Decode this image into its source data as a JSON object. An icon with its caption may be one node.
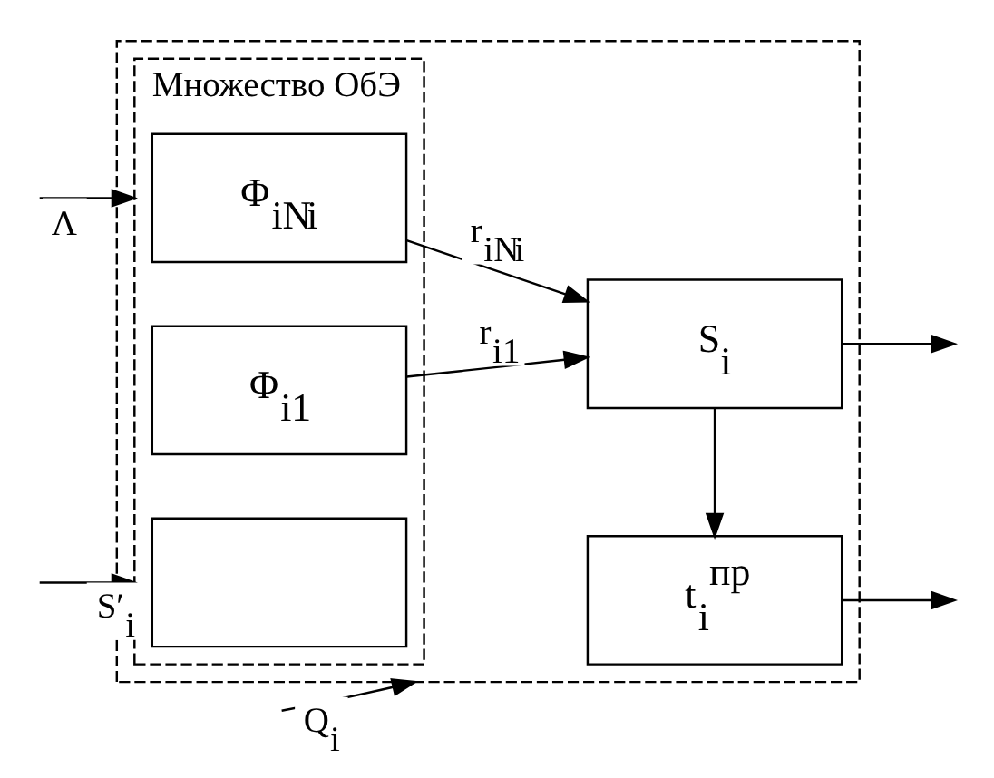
{
  "diagram": {
    "nodes": [
      {
        "text": [],
        "shape": "box"
      },
      {
        "text": [
          "S$_{i}$"
        ],
        "in": 0
      },
      {
        "text": [
          "Множество ОбЭ"
        ],
        "in": 0
      },
      {
        "text": [
          "Φ$_{i1}$"
        ],
        "in": 2
      },
      {
        "text": [],
        "shape": "box",
        "in": 2
      },
      {
        "text": [
          "Φ$_{iN}$$_{i}$"
        ],
        "in": 2
      },
      {
        "text": [
          "t$_{i}$$^{пр}$"
        ],
        "in": 0
      }
    ],
    "edges": [
      {
        "from": null,
        "to": 0,
        "arrow": "to",
        "label": "Q$_{i}$"
      },
      {
        "from": null,
        "to": 2,
        "arrow": "to",
        "label": "Λ"
      },
      {
        "from": null,
        "to": 2,
        "arrow": "to",
        "label": "S′$_{i}$"
      },
      {
        "from": 3,
        "to": 1,
        "arrow": "to",
        "label": "r$_{i1}$"
      },
      {
        "from": 5,
        "to": 1,
        "arrow": "to",
        "label": "r$_{iN}$$_{i}$"
      },
      {
        "from": 1,
        "to": 6,
        "arrow": "to"
      },
      {
        "from": 1,
        "to": null,
        "arrow": "to"
      },
      {
        "from": 6,
        "to": null,
        "arrow": "to"
      }
    ]
  }
}
